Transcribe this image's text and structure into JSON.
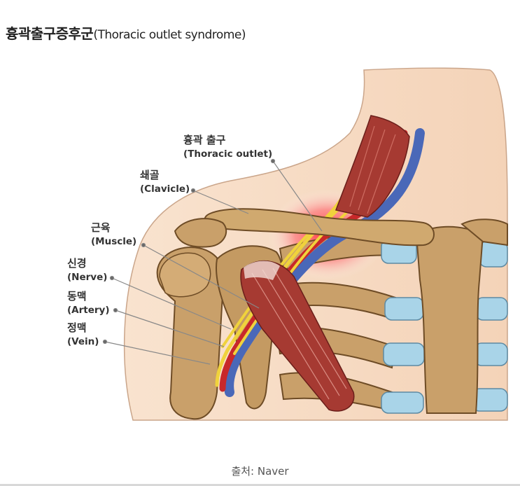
{
  "title": {
    "ko": "흉곽출구증후군",
    "en": "(Thoracic outlet syndrome)"
  },
  "labels": {
    "thoracic_outlet": {
      "ko": "흉곽 출구",
      "en": "(Thoracic outlet)"
    },
    "clavicle": {
      "ko": "쇄골",
      "en": "(Clavicle)"
    },
    "muscle": {
      "ko": "근육",
      "en": "(Muscle)"
    },
    "nerve": {
      "ko": "신경",
      "en": "(Nerve)"
    },
    "artery": {
      "ko": "동맥",
      "en": "(Artery)"
    },
    "vein": {
      "ko": "정맥",
      "en": "(Vein)"
    }
  },
  "caption": "출처: Naver",
  "colors": {
    "skin": "#f7dcc4",
    "bone": "#c9a06a",
    "cartilage": "#a9d4e8",
    "muscle": "#a63a32",
    "nerve": "#f0d23c",
    "artery": "#c8282a",
    "vein": "#4a68b8",
    "highlight": "#ff3b4a"
  }
}
